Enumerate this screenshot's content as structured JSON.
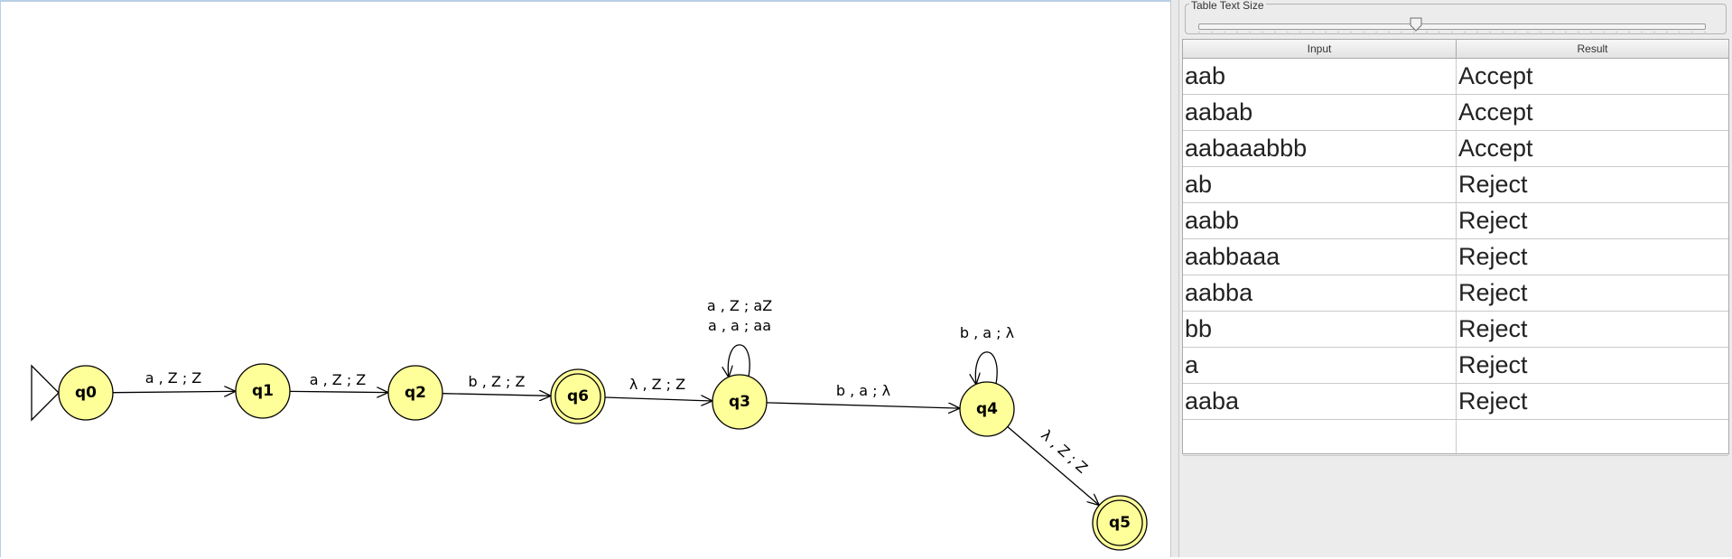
{
  "automaton": {
    "states": [
      {
        "id": "q0",
        "label": "q0",
        "initial": true,
        "final": false
      },
      {
        "id": "q1",
        "label": "q1",
        "initial": false,
        "final": false
      },
      {
        "id": "q2",
        "label": "q2",
        "initial": false,
        "final": false
      },
      {
        "id": "q6",
        "label": "q6",
        "initial": false,
        "final": true
      },
      {
        "id": "q3",
        "label": "q3",
        "initial": false,
        "final": false
      },
      {
        "id": "q4",
        "label": "q4",
        "initial": false,
        "final": false
      },
      {
        "id": "q5",
        "label": "q5",
        "initial": false,
        "final": true
      }
    ],
    "transitions": [
      {
        "from": "q0",
        "to": "q1",
        "labels": [
          "a , Z ; Z"
        ]
      },
      {
        "from": "q1",
        "to": "q2",
        "labels": [
          "a , Z ; Z"
        ]
      },
      {
        "from": "q2",
        "to": "q6",
        "labels": [
          "b , Z ; Z"
        ]
      },
      {
        "from": "q6",
        "to": "q3",
        "labels": [
          "λ , Z ; Z"
        ]
      },
      {
        "from": "q3",
        "to": "q3",
        "labels": [
          "a , Z ; aZ",
          "a , a ; aa"
        ]
      },
      {
        "from": "q3",
        "to": "q4",
        "labels": [
          "b , a ; λ"
        ]
      },
      {
        "from": "q4",
        "to": "q4",
        "labels": [
          "b , a ; λ"
        ]
      },
      {
        "from": "q4",
        "to": "q5",
        "labels": [
          "λ , Z ; Z"
        ]
      }
    ]
  },
  "panel": {
    "slider_title": "Table Text Size",
    "slider_value_fraction": 0.43
  },
  "table": {
    "columns": [
      "Input",
      "Result"
    ],
    "rows": [
      {
        "input": "aab",
        "result": "Accept"
      },
      {
        "input": "aabab",
        "result": "Accept"
      },
      {
        "input": "aabaaabbb",
        "result": "Accept"
      },
      {
        "input": "ab",
        "result": "Reject"
      },
      {
        "input": "aabb",
        "result": "Reject"
      },
      {
        "input": "aabbaaa",
        "result": "Reject"
      },
      {
        "input": "aabba",
        "result": "Reject"
      },
      {
        "input": "bb",
        "result": "Reject"
      },
      {
        "input": "a",
        "result": "Reject"
      },
      {
        "input": "aaba",
        "result": "Reject"
      },
      {
        "input": "",
        "result": ""
      }
    ]
  },
  "colors": {
    "state_fill": "#ffff99",
    "canvas_bg": "#ffffff",
    "panel_bg": "#ececec"
  }
}
